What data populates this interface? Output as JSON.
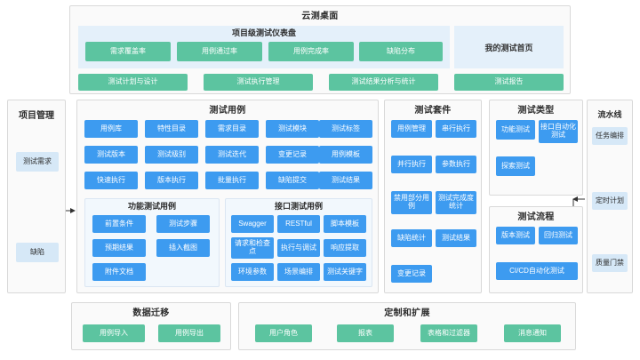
{
  "header": {
    "title": "云测桌面",
    "dashboard": {
      "title": "项目级测试仪表盘",
      "items": [
        {
          "label": "需求覆盖率"
        },
        {
          "label": "用例通过率"
        },
        {
          "label": "用例完成率"
        },
        {
          "label": "缺陷分布"
        }
      ]
    },
    "my_home": "我的测试首页",
    "actions": [
      {
        "label": "测试计划与设计"
      },
      {
        "label": "测试执行管理"
      },
      {
        "label": "测试结果分析与统计"
      },
      {
        "label": "测试报告"
      }
    ]
  },
  "project_management": {
    "title": "项目管理",
    "items": [
      {
        "label": "测试需求"
      },
      {
        "label": "缺陷"
      }
    ]
  },
  "test_cases": {
    "title": "测试用例",
    "grid": [
      {
        "label": "用例库"
      },
      {
        "label": "特性目录"
      },
      {
        "label": "需求目录"
      },
      {
        "label": "测试模块"
      },
      {
        "label": "测试标签"
      },
      {
        "label": "测试版本"
      },
      {
        "label": "测试级别"
      },
      {
        "label": "测试迭代"
      },
      {
        "label": "变更记录"
      },
      {
        "label": "用例模板"
      },
      {
        "label": "快速执行"
      },
      {
        "label": "版本执行"
      },
      {
        "label": "批量执行"
      },
      {
        "label": "缺陷提交"
      },
      {
        "label": "测试结果"
      }
    ],
    "functional": {
      "title": "功能测试用例",
      "items": [
        {
          "label": "前置条件"
        },
        {
          "label": "测试步骤"
        },
        {
          "label": "预期结果"
        },
        {
          "label": "插入截图"
        },
        {
          "label": "附件文档"
        }
      ]
    },
    "interface": {
      "title": "接口测试用例",
      "items": [
        {
          "label": "Swagger"
        },
        {
          "label": "RESTful"
        },
        {
          "label": "脚本模板"
        },
        {
          "label": "请求和检查点"
        },
        {
          "label": "执行与调试"
        },
        {
          "label": "响应提取"
        },
        {
          "label": "环境参数"
        },
        {
          "label": "场景编排"
        },
        {
          "label": "测试关键字"
        }
      ]
    }
  },
  "test_suite": {
    "title": "测试套件",
    "items": [
      {
        "label": "用例管理"
      },
      {
        "label": "串行执行"
      },
      {
        "label": "并行执行"
      },
      {
        "label": "参数执行"
      },
      {
        "label": "禁用部分用例"
      },
      {
        "label": "测试完成度统计"
      },
      {
        "label": "缺陷统计"
      },
      {
        "label": "测试结果"
      },
      {
        "label": "变更记录"
      }
    ]
  },
  "test_type": {
    "title": "测试类型",
    "items": [
      {
        "label": "功能测试"
      },
      {
        "label": "接口自动化测试"
      },
      {
        "label": "探索测试"
      }
    ]
  },
  "test_flow": {
    "title": "测试流程",
    "items": [
      {
        "label": "版本测试"
      },
      {
        "label": "回归测试"
      },
      {
        "label": "CI/CD自动化测试"
      }
    ]
  },
  "pipeline": {
    "title": "流水线",
    "items": [
      {
        "label": "任务编排"
      },
      {
        "label": "定时计划"
      },
      {
        "label": "质量门禁"
      }
    ]
  },
  "data_migration": {
    "title": "数据迁移",
    "items": [
      {
        "label": "用例导入"
      },
      {
        "label": "用例导出"
      }
    ]
  },
  "customization": {
    "title": "定制和扩展",
    "items": [
      {
        "label": "用户角色"
      },
      {
        "label": "报表"
      },
      {
        "label": "表格和过滤器"
      },
      {
        "label": "消息通知"
      }
    ]
  },
  "colors": {
    "blue": "#3d9bf0",
    "green": "#5cc4a0",
    "light_blue": "#d6e8f7",
    "band": "#e4f0fa",
    "panel_bg": "#fafafa",
    "subpanel_bg": "#f2f8fd"
  }
}
